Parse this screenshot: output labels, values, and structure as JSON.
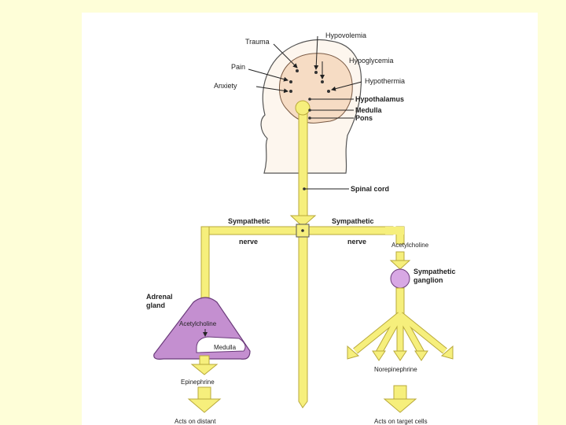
{
  "stressors": {
    "trauma": "Trauma",
    "hypovolemia": "Hypovolemia",
    "pain": "Pain",
    "hypoglycemia": "Hypoglycemia",
    "anxiety": "Anxiety",
    "hypothermia": "Hypothermia"
  },
  "brain": {
    "hypothalamus": "Hypothalamus",
    "medulla": "Medulla",
    "pons": "Pons"
  },
  "spinal_cord": "Spinal cord",
  "left_branch": {
    "nerve_top": "Sympathetic",
    "nerve_bottom": "nerve",
    "adrenal_line1": "Adrenal",
    "adrenal_line2": "gland",
    "acetylcholine": "Acetylcholine",
    "medulla": "Medulla",
    "epinephrine": "Epinephrine",
    "acts": "Acts on distant"
  },
  "right_branch": {
    "nerve_top": "Sympathetic",
    "nerve_bottom": "nerve",
    "acetylcholine": "Acetylcholine",
    "ganglion_line1": "Sympathetic",
    "ganglion_line2": "ganglion",
    "norepinephrine": "Norepinephrine",
    "acts": "Acts on target cells"
  },
  "colors": {
    "page_background": "#fefed8",
    "nerve_yellow": "#f6ef7c",
    "nerve_outline": "#b8a83a",
    "adrenal_purple": "#c48fd0",
    "ganglion_purple": "#d8a8e4",
    "head_fill": "#fdf6ee",
    "brain_fill": "#f6dcc4"
  }
}
